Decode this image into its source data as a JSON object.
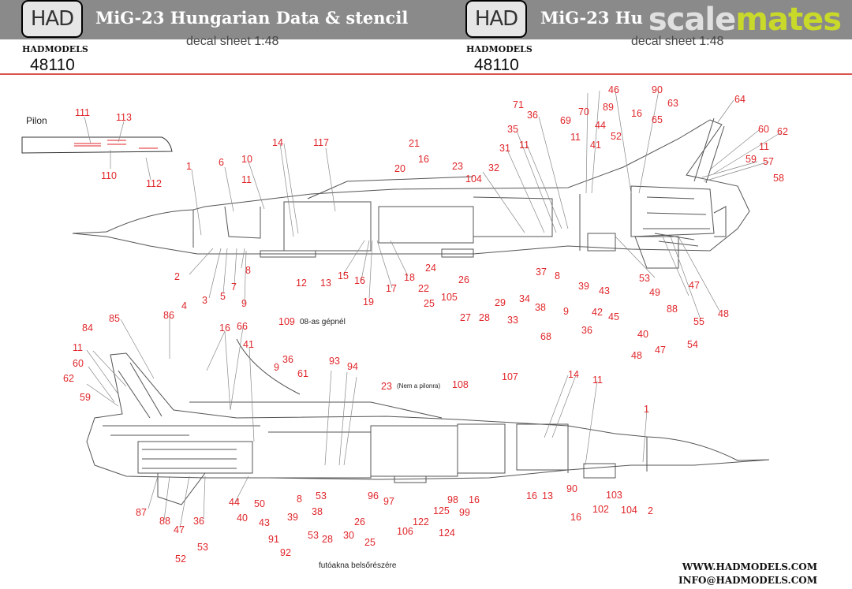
{
  "header": {
    "logo_text": "HAD",
    "brand": "HADMODELS",
    "catalog_number": "48110",
    "title": "MiG-23 Hungarian Data & stencil",
    "title_right": "MiG-23 Hu",
    "subtitle": "decal sheet 1:48",
    "watermark_part1": "scale",
    "watermark_part2": "mates"
  },
  "pilon_label": "Pilon",
  "notes": {
    "upper_09": "08-as gépnél",
    "lower_23": "(Nem a pilonra)",
    "bottom": "futóakna belsőrészére"
  },
  "footer": {
    "website": "WWW.HADMODELS.COM",
    "email": "INFO@HADMODELS.COM"
  },
  "colors": {
    "callout": "#e0262a",
    "header_bar": "#8a8a8a",
    "divider": "#d9534f"
  },
  "callouts": {
    "pilon": [
      "111",
      "113",
      "110",
      "112"
    ],
    "upper": [
      "1",
      "6",
      "10",
      "11",
      "14",
      "117",
      "21",
      "20",
      "16",
      "23",
      "104",
      "32",
      "31",
      "11",
      "35",
      "71",
      "36",
      "69",
      "70",
      "11",
      "41",
      "44",
      "89",
      "52",
      "46",
      "90",
      "16",
      "65",
      "63",
      "64",
      "60",
      "62",
      "11",
      "59",
      "57",
      "58",
      "2",
      "4",
      "3",
      "5",
      "7",
      "8",
      "9",
      "12",
      "13",
      "15",
      "16",
      "17",
      "18",
      "19",
      "22",
      "24",
      "25",
      "105",
      "26",
      "27",
      "28",
      "29",
      "33",
      "34",
      "37",
      "38",
      "8",
      "9",
      "68",
      "39",
      "43",
      "42",
      "45",
      "36",
      "40",
      "47",
      "48",
      "53",
      "49",
      "88",
      "55",
      "47",
      "48",
      "54",
      "109"
    ],
    "lower": [
      "84",
      "85",
      "86",
      "16",
      "66",
      "41",
      "11",
      "60",
      "62",
      "59",
      "9",
      "36",
      "61",
      "93",
      "94",
      "23",
      "108",
      "107",
      "14",
      "11",
      "1",
      "87",
      "88",
      "47",
      "36",
      "52",
      "53",
      "44",
      "40",
      "50",
      "43",
      "91",
      "92",
      "39",
      "8",
      "38",
      "53",
      "53",
      "28",
      "30",
      "96",
      "97",
      "26",
      "25",
      "106",
      "122",
      "124",
      "125",
      "98",
      "16",
      "99",
      "16",
      "13",
      "90",
      "16",
      "102",
      "103",
      "104",
      "2"
    ]
  }
}
